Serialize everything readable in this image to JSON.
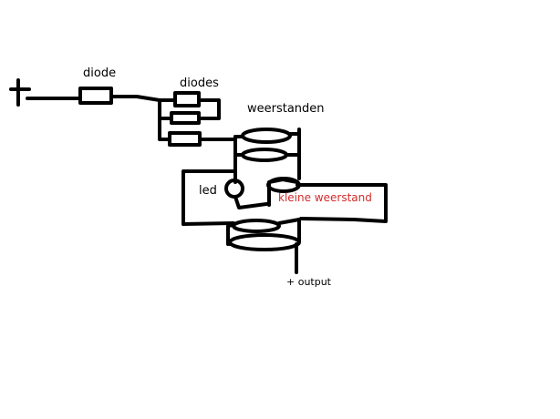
{
  "labels": {
    "diode": "diode",
    "diodes": "diodes",
    "weerstanden": "weerstanden",
    "led": "led",
    "kleine_weerstand": "kleine weerstand",
    "output": "+ output"
  },
  "colors": {
    "ink": "#000000",
    "annotation": "#d42b2b",
    "background": "#ffffff"
  }
}
